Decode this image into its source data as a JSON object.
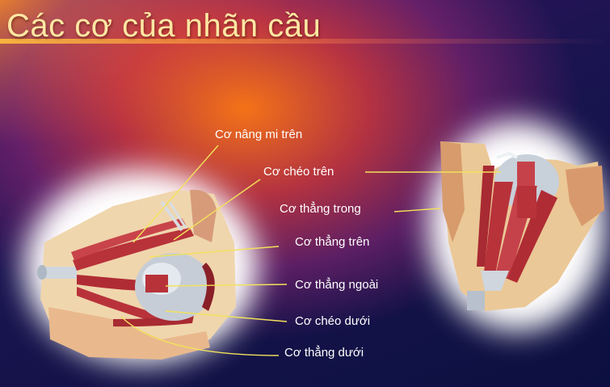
{
  "slide": {
    "title": "Các cơ của nhãn cầu"
  },
  "labels": [
    {
      "id": "levator",
      "text": "Cơ nâng mi trên"
    },
    {
      "id": "superior-oblique",
      "text": "Cơ chéo trên"
    },
    {
      "id": "medial-rectus",
      "text": "Cơ thẳng trong"
    },
    {
      "id": "superior-rectus",
      "text": "Cơ thẳng trên"
    },
    {
      "id": "lateral-rectus",
      "text": "Cơ thẳng ngoài"
    },
    {
      "id": "inferior-oblique",
      "text": "Cơ chéo dưới"
    },
    {
      "id": "inferior-rectus",
      "text": "Cơ thẳng dưới"
    }
  ],
  "colors": {
    "title": "#ffe7a3",
    "label": "#ffffff",
    "leader_line": "#f2e25a",
    "muscle": "#b8323a",
    "bone": "#e8c99a"
  }
}
